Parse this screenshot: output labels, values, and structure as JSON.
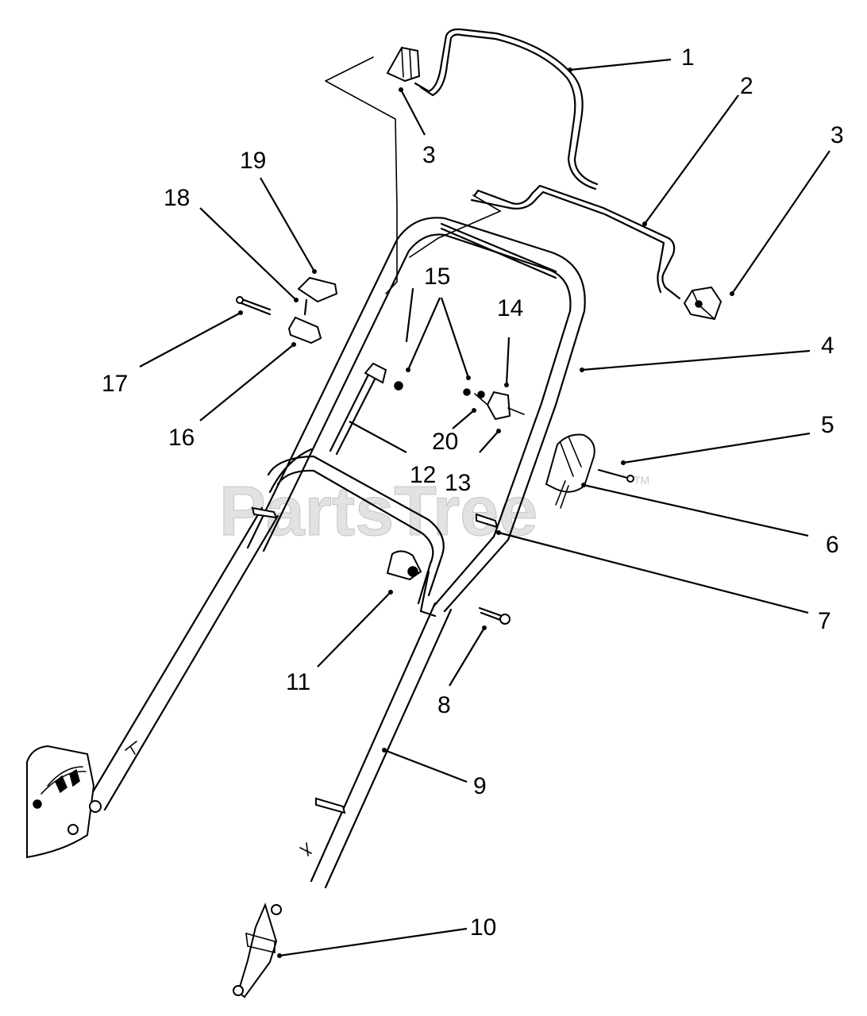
{
  "watermark": {
    "text": "PartsTree",
    "trademark": "TM"
  },
  "callouts": [
    "1",
    "2",
    "3",
    "3",
    "4",
    "5",
    "6",
    "7",
    "8",
    "9",
    "10",
    "11",
    "12",
    "13",
    "14",
    "15",
    "16",
    "17",
    "18",
    "19",
    "20"
  ]
}
